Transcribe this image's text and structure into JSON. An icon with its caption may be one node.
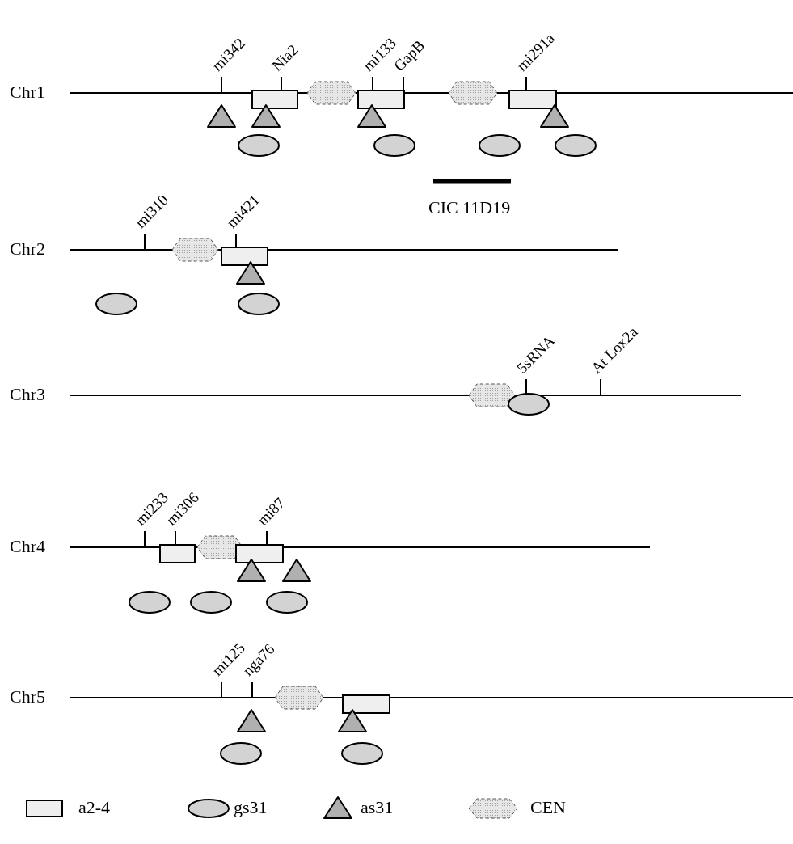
{
  "diagram": {
    "labels": [
      "mi342",
      "Nia2",
      "mi133",
      "GapB",
      "mi291a",
      "Chr1",
      "CIC 11D19",
      "mi310",
      "mi421",
      "Chr2",
      "5sRNA",
      "At Lox2a",
      "Chr3",
      "mi233",
      "mi306",
      "mi87",
      "Chr4",
      "mi125",
      "nga76",
      "Chr5"
    ],
    "legend": [
      {
        "text": "a2-4"
      },
      {
        "text": "gs31"
      },
      {
        "text": "as31"
      },
      {
        "text": "CEN"
      }
    ]
  }
}
